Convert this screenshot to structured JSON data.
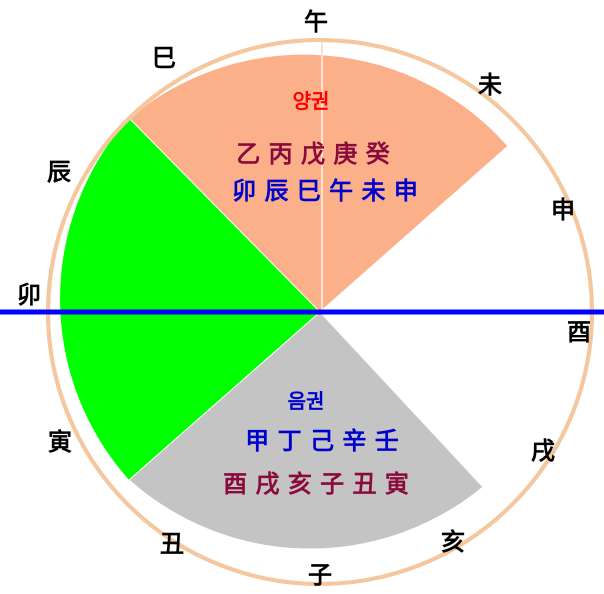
{
  "colors": {
    "yang_sector": "#fbb08a",
    "yin_sector": "#c4c4c4",
    "green_sector": "#00ff00",
    "circle_border": "#f5c79e",
    "divider_line": "#0000ff",
    "yang_title": "#ff0000",
    "yin_title": "#0000cc",
    "stems_dark": "#8b0a3c",
    "branches_blue": "#0000cc"
  },
  "branches": {
    "wu": "午",
    "si": "巳",
    "wei": "未",
    "chen": "辰",
    "shen": "申",
    "mao": "卯",
    "you": "酉",
    "yin": "寅",
    "xu": "戌",
    "chou": "丑",
    "hai": "亥",
    "zi": "子"
  },
  "yang_zone": {
    "title": "양권",
    "stems": "乙 丙 戊 庚 癸",
    "branches": "卯 辰 巳 午 未 申"
  },
  "yin_zone": {
    "title": "음권",
    "stems": "甲 丁 己 辛 壬",
    "branches": "酉 戌 亥 子 丑 寅"
  }
}
